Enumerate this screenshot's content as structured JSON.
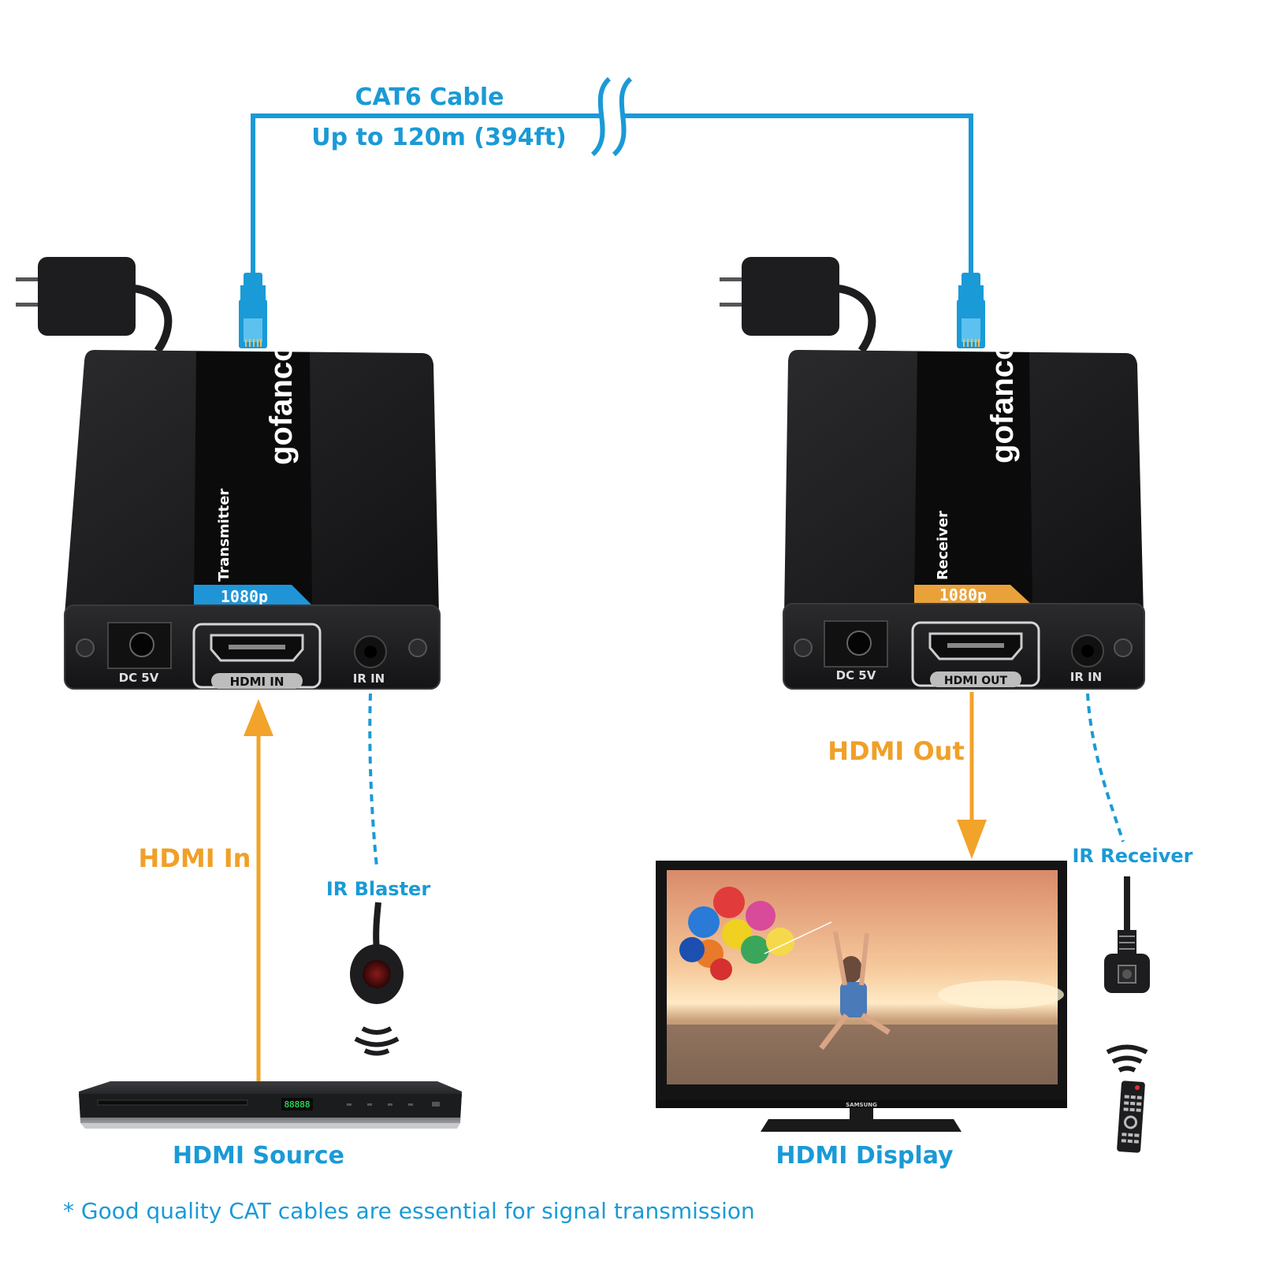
{
  "colors": {
    "cat_blue": "#1a9ad6",
    "hdmi_orange": "#f2a32a",
    "label_blue": "#1a9ad6",
    "label_orange": "#f0a028",
    "device_black": "#1d1d1f",
    "badge_blue": "#1f95d8",
    "badge_orange": "#e9a23a"
  },
  "cable": {
    "title": "CAT6 Cable",
    "distance": "Up to 120m (394ft)"
  },
  "transmitter": {
    "brand": "gofanco",
    "role": "Transmitter",
    "resolution": "1080p",
    "ports": {
      "dc": "DC 5V",
      "hdmi": "HDMI IN",
      "ir": "IR IN"
    }
  },
  "receiver": {
    "brand": "gofanco",
    "role": "Receiver",
    "resolution": "1080p",
    "ports": {
      "dc": "DC 5V",
      "hdmi": "HDMI OUT",
      "ir": "IR IN"
    }
  },
  "labels": {
    "hdmi_in": "HDMI In",
    "hdmi_out": "HDMI Out",
    "ir_blaster": "IR Blaster",
    "ir_receiver": "IR Receiver",
    "hdmi_source": "HDMI Source",
    "hdmi_display": "HDMI Display"
  },
  "devices": {
    "player_display": "88888",
    "tv_brand": "SAMSUNG"
  },
  "footnote": "* Good quality CAT cables are essential for signal transmission"
}
